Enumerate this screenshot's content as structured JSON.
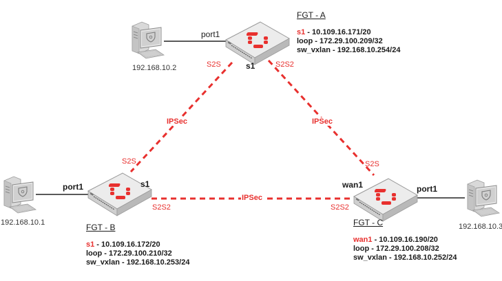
{
  "colors": {
    "tunnel": "#e8302e",
    "link": "#222222",
    "device_body": "#e9e9e9",
    "logo": "#e8302e"
  },
  "firewalls": {
    "a": {
      "name": "FGT - A",
      "wan_iface": "s1",
      "lan_iface": "port1",
      "info": [
        {
          "iface": "s1",
          "highlight": true,
          "value": " - 10.109.16.171/20"
        },
        {
          "iface": "loop",
          "highlight": false,
          "value": " - 172.29.100.209/32"
        },
        {
          "iface": "sw_vxlan",
          "highlight": false,
          "value": " - 192.168.10.254/24"
        }
      ]
    },
    "b": {
      "name": "FGT - B",
      "wan_iface": "s1",
      "lan_iface": "port1",
      "info": [
        {
          "iface": "s1",
          "highlight": true,
          "value": " - 10.109.16.172/20"
        },
        {
          "iface": "loop",
          "highlight": false,
          "value": " - 172.29.100.210/32"
        },
        {
          "iface": "sw_vxlan",
          "highlight": false,
          "value": " - 192.168.10.253/24"
        }
      ]
    },
    "c": {
      "name": "FGT - C",
      "wan_iface": "wan1",
      "lan_iface": "port1",
      "info": [
        {
          "iface": "wan1",
          "highlight": true,
          "value": " - 10.109.16.190/20"
        },
        {
          "iface": "loop",
          "highlight": false,
          "value": " - 172.29.100.208/32"
        },
        {
          "iface": "sw_vxlan",
          "highlight": false,
          "value": " - 192.168.10.252/24"
        }
      ]
    }
  },
  "hosts": {
    "a": {
      "ip": "192.168.10.2"
    },
    "b": {
      "ip": "192.168.10.1"
    },
    "c": {
      "ip": "192.168.10.3"
    }
  },
  "tunnels": {
    "a_b": {
      "label": "IPSec",
      "end_a": "S2S",
      "end_b": "S2S"
    },
    "a_c": {
      "label": "IPSec",
      "end_a": "S2S2",
      "end_c": "S2S"
    },
    "b_c": {
      "label": "IPSec",
      "end_b": "S2S2",
      "end_c": "S2S2"
    }
  }
}
